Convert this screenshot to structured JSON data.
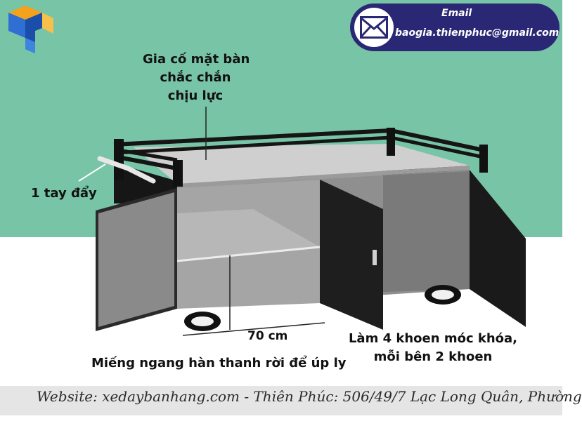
{
  "email": {
    "title": "Email",
    "address": "baogia.thienphuc@gmail.com"
  },
  "callouts": {
    "top_reinforce": [
      "Gia cố mặt bàn",
      "chắc chắn",
      "chịu lực"
    ],
    "push_handle": "1 tay đẩy",
    "dimension": "70 cm",
    "shelf": "Miếng ngang hàn thanh rời để úp ly",
    "locks": [
      "Làm 4 khoen móc khóa,",
      "mỗi bên 2 khoen"
    ]
  },
  "footer": {
    "text": "Website: xedaybanhang.com - Thiên Phúc: 506/49/7 Lạc Long Quân, Phường"
  },
  "colors": {
    "top_background": "#78c4a6",
    "email_badge": "#2a2874",
    "cabinet_dark": "#1a1a1a",
    "cabinet_gray": "#9a9a9a"
  },
  "icons": [
    "logo-cube-icon",
    "envelope-icon"
  ]
}
